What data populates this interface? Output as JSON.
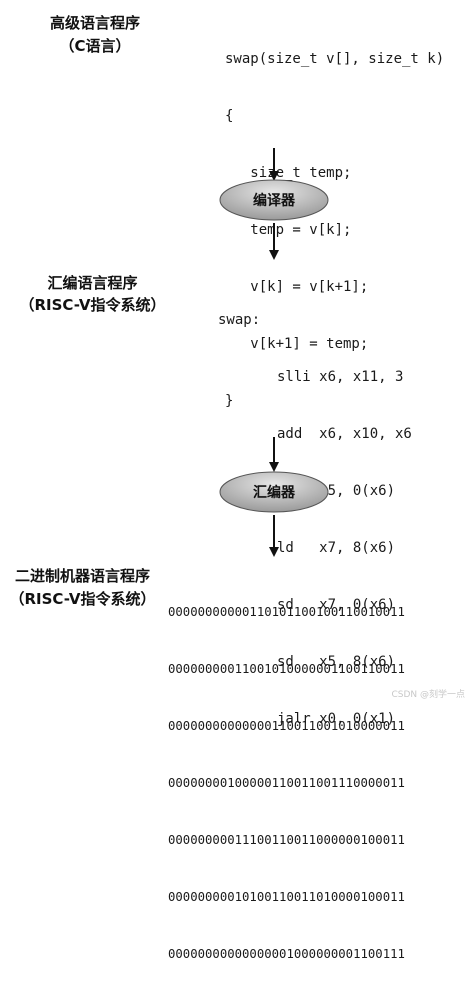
{
  "high_level": {
    "title": "高级语言程序",
    "subtitle": "（C语言）",
    "code": [
      "swap(size_t v[], size_t k)",
      "{",
      "   size_t temp;",
      "   temp = v[k];",
      "   v[k] = v[k+1];",
      "   v[k+1] = temp;",
      "}"
    ]
  },
  "compiler": {
    "label": "编译器"
  },
  "assembly": {
    "title": "汇编语言程序",
    "subtitle": "（RISC-V指令系统）",
    "code": [
      "swap:",
      "       slli x6, x11, 3",
      "       add  x6, x10, x6",
      "       ld   x5, 0(x6)",
      "       ld   x7, 8(x6)",
      "       sd   x7, 0(x6)",
      "       sd   x5, 8(x6)",
      "       jalr x0, 0(x1)"
    ]
  },
  "assembler": {
    "label": "汇编器"
  },
  "machine": {
    "title": "二进制机器语言程序",
    "subtitle": "（RISC-V指令系统）",
    "code": [
      "00000000000110101100100110010011",
      "00000000011001010000001100110011",
      "00000000000000110011001010000011",
      "00000000100000110011001110000011",
      "00000000011100110011000000100011",
      "00000000010100110011010000100011",
      "00000000000000001000000001100111"
    ]
  },
  "watermark": "CSDN @刻学一点",
  "colors": {
    "stage_fill_light": "#e6e6e6",
    "stage_fill_dark": "#9a9a9a",
    "stage_stroke": "#555555",
    "arrow": "#111111"
  }
}
